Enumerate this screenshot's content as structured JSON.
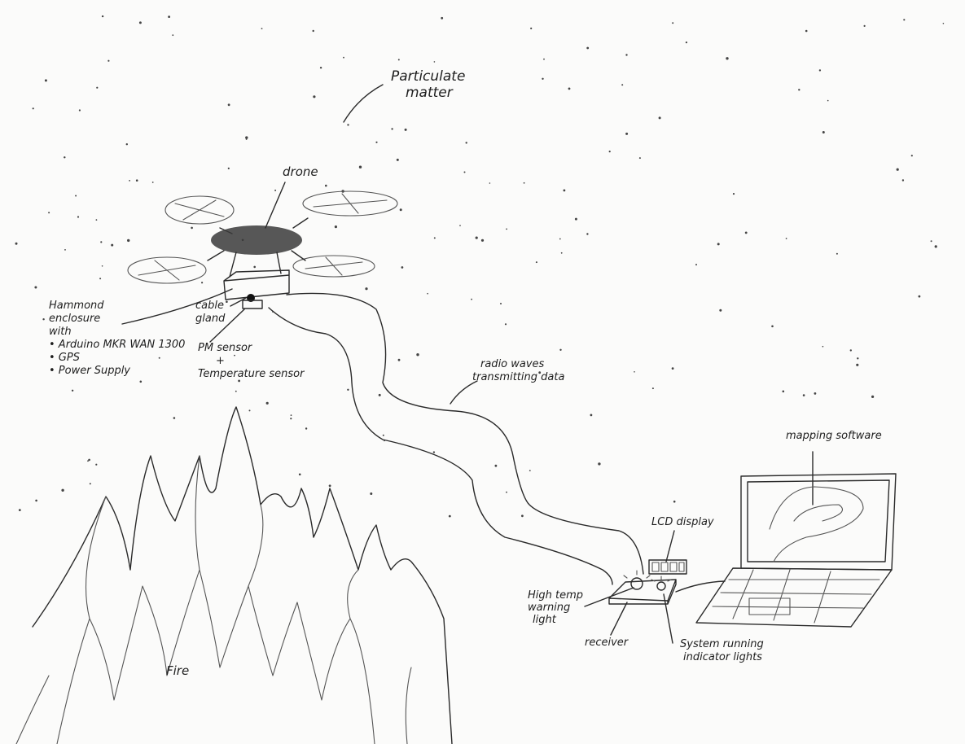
{
  "labels": {
    "particulate_1": "Particulate",
    "particulate_2": "matter",
    "drone": "drone",
    "enclosure_1": "Hammond",
    "enclosure_2": "enclosure",
    "enclosure_3": "with",
    "enclosure_items": [
      "• Arduino MKR WAN 1300",
      "• GPS",
      "• Power Supply"
    ],
    "cable_gland_1": "cable",
    "cable_gland_2": "gland",
    "pm_sensor": "PM sensor",
    "plus": "+",
    "temp_sensor": "Temperature sensor",
    "radio_1": "radio waves",
    "radio_2": "transmitting data",
    "mapping": "mapping software",
    "lcd": "LCD display",
    "warning_1": "High temp",
    "warning_2": "warning",
    "warning_3": "light",
    "receiver": "receiver",
    "system_1": "System running",
    "system_2": "indicator lights",
    "fire": "Fire"
  }
}
